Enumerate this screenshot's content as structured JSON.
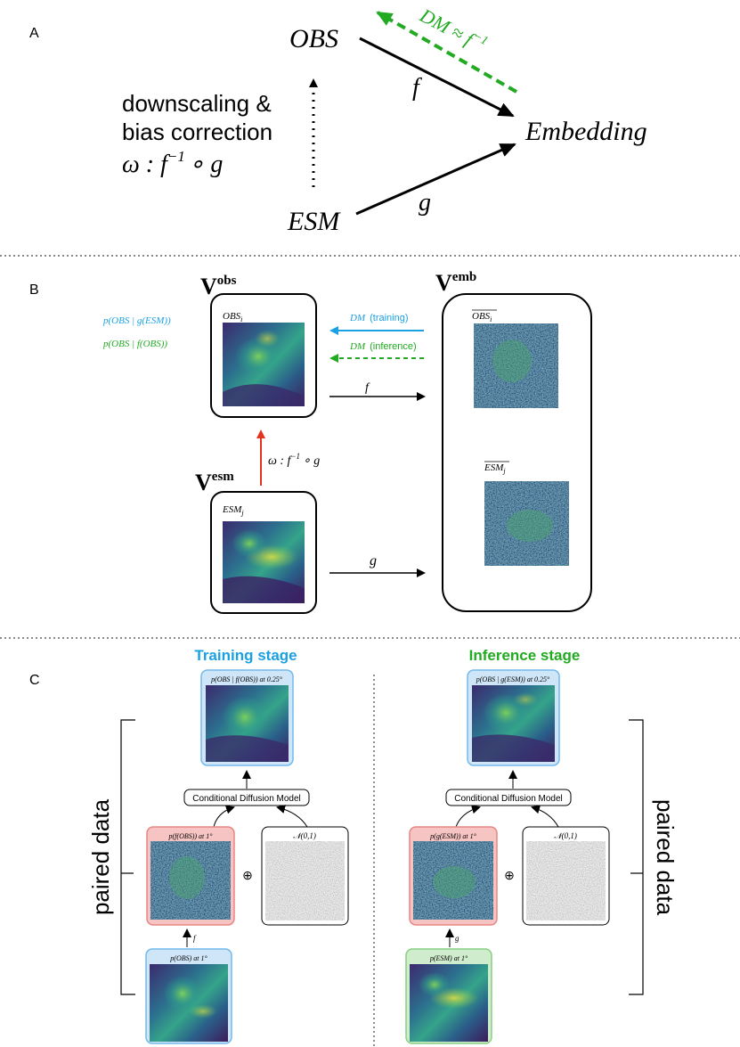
{
  "panel_a": {
    "label": "A",
    "obs": "OBS",
    "esm": "ESM",
    "embedding": "Embedding",
    "f": "f",
    "g": "g",
    "dm_approx": "DM ≈ f",
    "dm_approx_exp": "−1",
    "desc_line1": "downscaling &",
    "desc_line2": "bias correction",
    "omega_main": "ω : f",
    "omega_exp": "−1",
    "omega_tail": "∘ g"
  },
  "panel_b": {
    "label": "B",
    "v": "V",
    "obs_sup": "obs",
    "esm_sup": "esm",
    "emb_sup": "emb",
    "obs_i_base": "OBS",
    "obs_i_sub": "i",
    "esm_j_base": "ESM",
    "esm_j_sub": "j",
    "obs_bar_base": "OBS",
    "obs_bar_sub": "i",
    "esm_bar_base": "ESM",
    "esm_bar_sub": "j",
    "p_training": "p(OBS | g(ESM))",
    "p_inference": "p(OBS | f(OBS))",
    "dm": "DM",
    "training": "(training)",
    "inference": "(inference)",
    "f": "f",
    "g": "g",
    "omega_main": "ω : f",
    "omega_exp": "−1",
    "omega_tail": "∘ g"
  },
  "panel_c": {
    "label": "C",
    "training_title": "Training stage",
    "inference_title": "Inference stage",
    "paired_data": "paired data",
    "cdm": "Conditional Diffusion Model",
    "oplus": "⊕",
    "normal_label": "𝒩(0,1)",
    "f": "f",
    "g": "g",
    "train_top_label": "p(OBS | f(OBS)) at 0.25°",
    "train_mid_label": "p(f(OBS)) at 1°",
    "train_bottom_label": "p(OBS) at 1°",
    "infer_top_label": "p(OBS | g(ESM)) at 0.25°",
    "infer_mid_label": "p(g(ESM)) at 1°",
    "infer_bottom_label": "p(ESM) at 1°"
  },
  "colors": {
    "blue": "#1ba1e2",
    "green": "#22aa22",
    "red": "#e53321",
    "box_blue_bg": "#cfe6f8",
    "box_blue_border": "#74b9ec",
    "box_red_bg": "#f6c4c2",
    "box_red_border": "#e88784",
    "box_green_bg": "#cfeccc",
    "box_green_border": "#89cf83",
    "field_dark": "#3a1f5e",
    "field_mid": "#2b6d8e",
    "field_light": "#6bcf5c",
    "field_bright": "#e6e23a"
  }
}
